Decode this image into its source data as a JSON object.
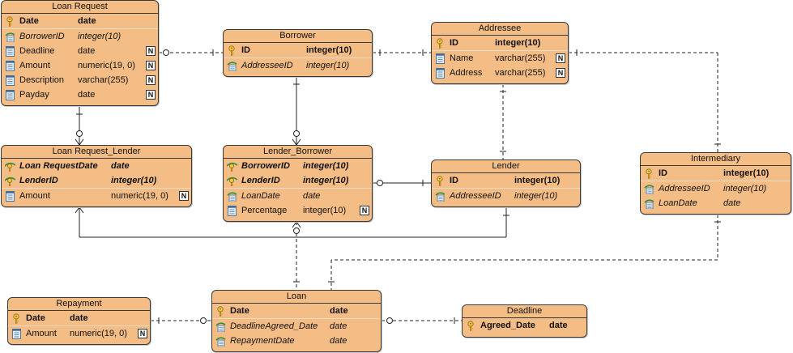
{
  "entities": {
    "loan_request": {
      "title": "Loan Request",
      "columns": [
        {
          "name": "Date",
          "type": "date"
        },
        {
          "name": "BorrowerID",
          "type": "integer(10)"
        },
        {
          "name": "Deadline",
          "type": "date",
          "nn": "N"
        },
        {
          "name": "Amount",
          "type": "numeric(19, 0)",
          "nn": "N"
        },
        {
          "name": "Description",
          "type": "varchar(255)",
          "nn": "N"
        },
        {
          "name": "Payday",
          "type": "date",
          "nn": "N"
        }
      ]
    },
    "borrower": {
      "title": "Borrower",
      "columns": [
        {
          "name": "ID",
          "type": "integer(10)"
        },
        {
          "name": "AddresseeID",
          "type": "integer(10)"
        }
      ]
    },
    "addressee": {
      "title": "Addressee",
      "columns": [
        {
          "name": "ID",
          "type": "integer(10)"
        },
        {
          "name": "Name",
          "type": "varchar(255)",
          "nn": "N"
        },
        {
          "name": "Address",
          "type": "varchar(255)",
          "nn": "N"
        }
      ]
    },
    "loan_request_lender": {
      "title": "Loan Request_Lender",
      "columns": [
        {
          "name": "Loan RequestDate",
          "type": "date"
        },
        {
          "name": "LenderID",
          "type": "integer(10)"
        },
        {
          "name": "Amount",
          "type": "numeric(19, 0)",
          "nn": "N"
        }
      ]
    },
    "lender_borrower": {
      "title": "Lender_Borrower",
      "columns": [
        {
          "name": "BorrowerID",
          "type": "integer(10)"
        },
        {
          "name": "LenderID",
          "type": "integer(10)"
        },
        {
          "name": "LoanDate",
          "type": "date"
        },
        {
          "name": "Percentage",
          "type": "integer(10)",
          "nn": "N"
        }
      ]
    },
    "lender": {
      "title": "Lender",
      "columns": [
        {
          "name": "ID",
          "type": "integer(10)"
        },
        {
          "name": "AddresseeID",
          "type": "integer(10)"
        }
      ]
    },
    "intermediary": {
      "title": "Intermediary",
      "columns": [
        {
          "name": "ID",
          "type": "integer(10)"
        },
        {
          "name": "AddresseeID",
          "type": "integer(10)"
        },
        {
          "name": "LoanDate",
          "type": "date"
        }
      ]
    },
    "repayment": {
      "title": "Repayment",
      "columns": [
        {
          "name": "Date",
          "type": "date"
        },
        {
          "name": "Amount",
          "type": "numeric(19, 0)",
          "nn": "N"
        }
      ]
    },
    "loan": {
      "title": "Loan",
      "columns": [
        {
          "name": "Date",
          "type": "date"
        },
        {
          "name": "DeadlineAgreed_Date",
          "type": "date"
        },
        {
          "name": "RepaymentDate",
          "type": "date"
        }
      ]
    },
    "deadline": {
      "title": "Deadline",
      "columns": [
        {
          "name": "Agreed_Date",
          "type": "date"
        }
      ]
    }
  },
  "colors": {
    "entity_fill": "#f4bd85",
    "border": "#3a3a3a",
    "line": "#222222"
  },
  "icons": {
    "pk": "key-icon",
    "fk": "foreign-key-icon",
    "col": "column-icon",
    "pkfk": "primary-foreign-key-icon"
  }
}
